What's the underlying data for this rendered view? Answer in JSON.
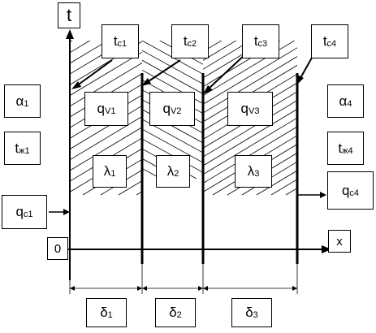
{
  "axis": {
    "y_label": "t",
    "x_label": "x",
    "origin_label": "0"
  },
  "surface_temps": [
    {
      "base": "t",
      "sub": "c1"
    },
    {
      "base": "t",
      "sub": "c2"
    },
    {
      "base": "t",
      "sub": "c3"
    },
    {
      "base": "t",
      "sub": "c4"
    }
  ],
  "left_side": {
    "alpha": {
      "base": "α",
      "sub": "1"
    },
    "fluid_temp": {
      "base": "t",
      "sub": "ж1"
    },
    "heat_flux": {
      "base": "q",
      "sub": "c1"
    }
  },
  "right_side": {
    "alpha": {
      "base": "α",
      "sub": "4"
    },
    "fluid_temp": {
      "base": "t",
      "sub": "ж4"
    },
    "heat_flux": {
      "base": "q",
      "sub": "c4"
    }
  },
  "sources": [
    {
      "base": "q",
      "sub": "V1"
    },
    {
      "base": "q",
      "sub": "V2"
    },
    {
      "base": "q",
      "sub": "V3"
    }
  ],
  "conductivities": [
    {
      "base": "λ",
      "sub": "1"
    },
    {
      "base": "λ",
      "sub": "2"
    },
    {
      "base": "λ",
      "sub": "3"
    }
  ],
  "thicknesses": [
    {
      "base": "δ",
      "sub": "1"
    },
    {
      "base": "δ",
      "sub": "2"
    },
    {
      "base": "δ",
      "sub": "3"
    }
  ]
}
